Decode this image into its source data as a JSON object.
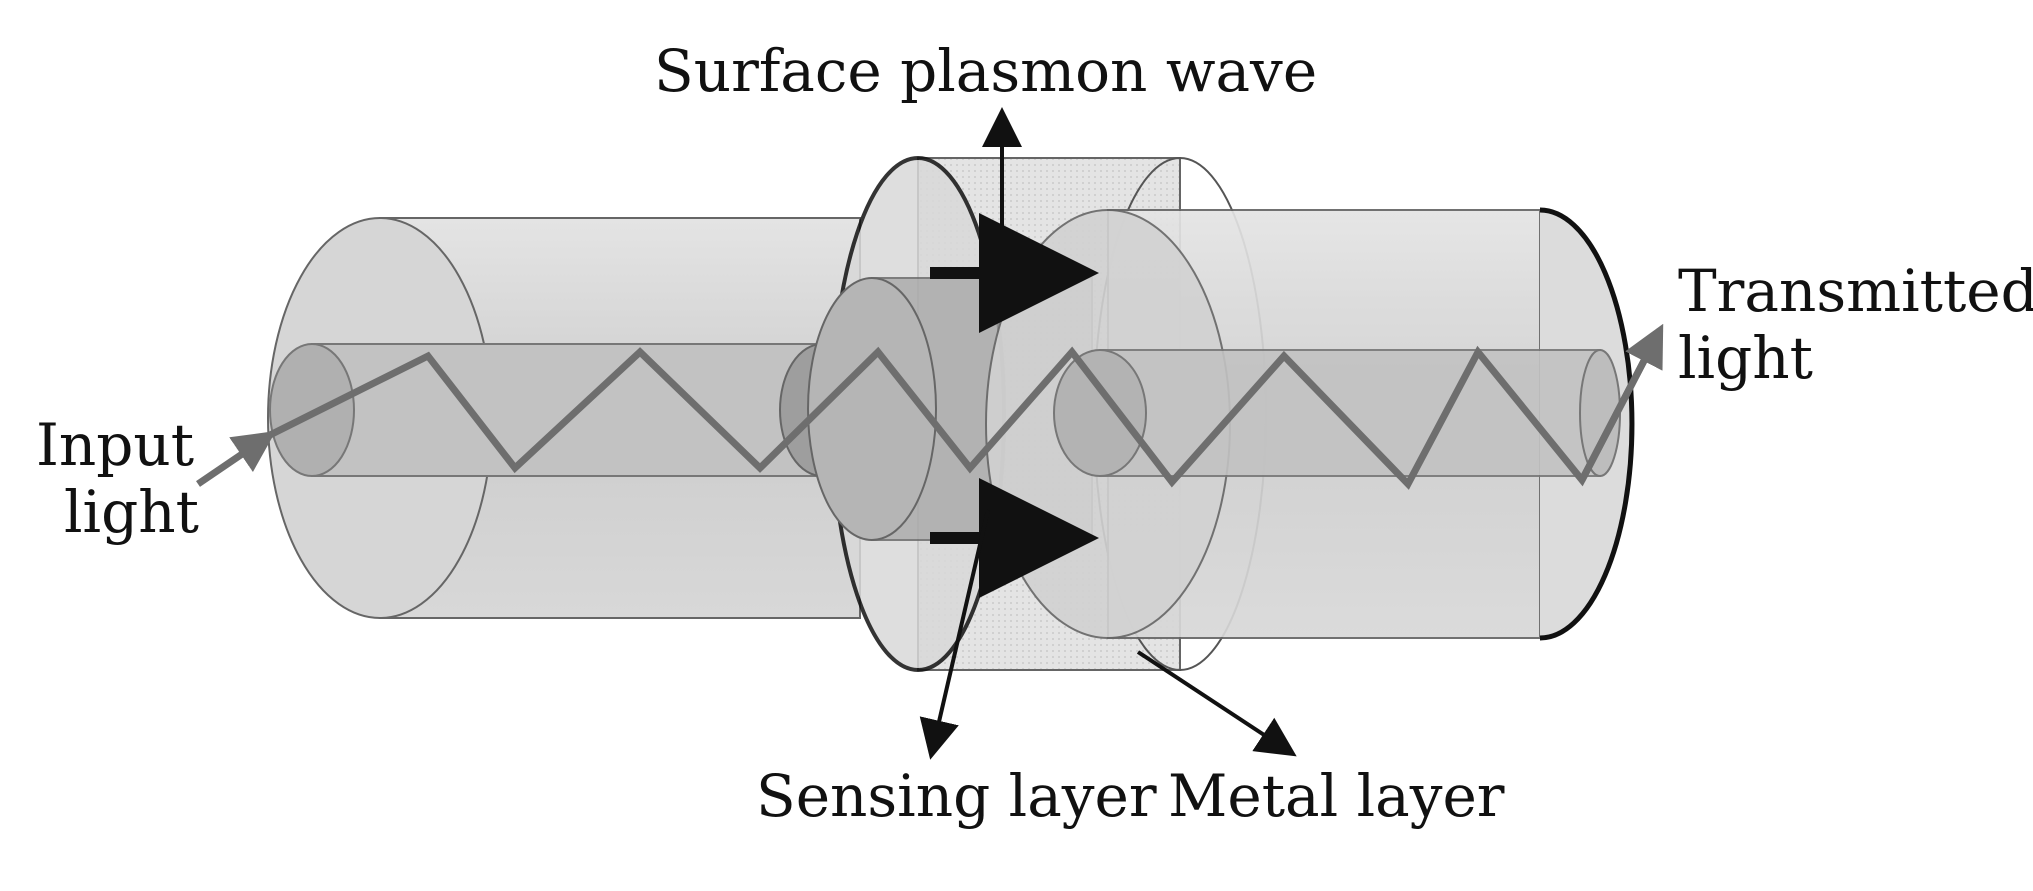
{
  "labels": {
    "surface_plasmon_wave": "Surface plasmon wave",
    "transmitted_light": [
      "Transmitted",
      "light"
    ],
    "input_light": [
      "Input",
      "light"
    ],
    "sensing_layer": "Sensing layer",
    "metal_layer": "Metal layer"
  },
  "colors": {
    "cylinder_fill": "#cfcfcf",
    "cylinder_stroke": "#555555",
    "core_fill": "#b8b8b8",
    "light_path": "#6e6e6e",
    "arrow": "#111111"
  }
}
